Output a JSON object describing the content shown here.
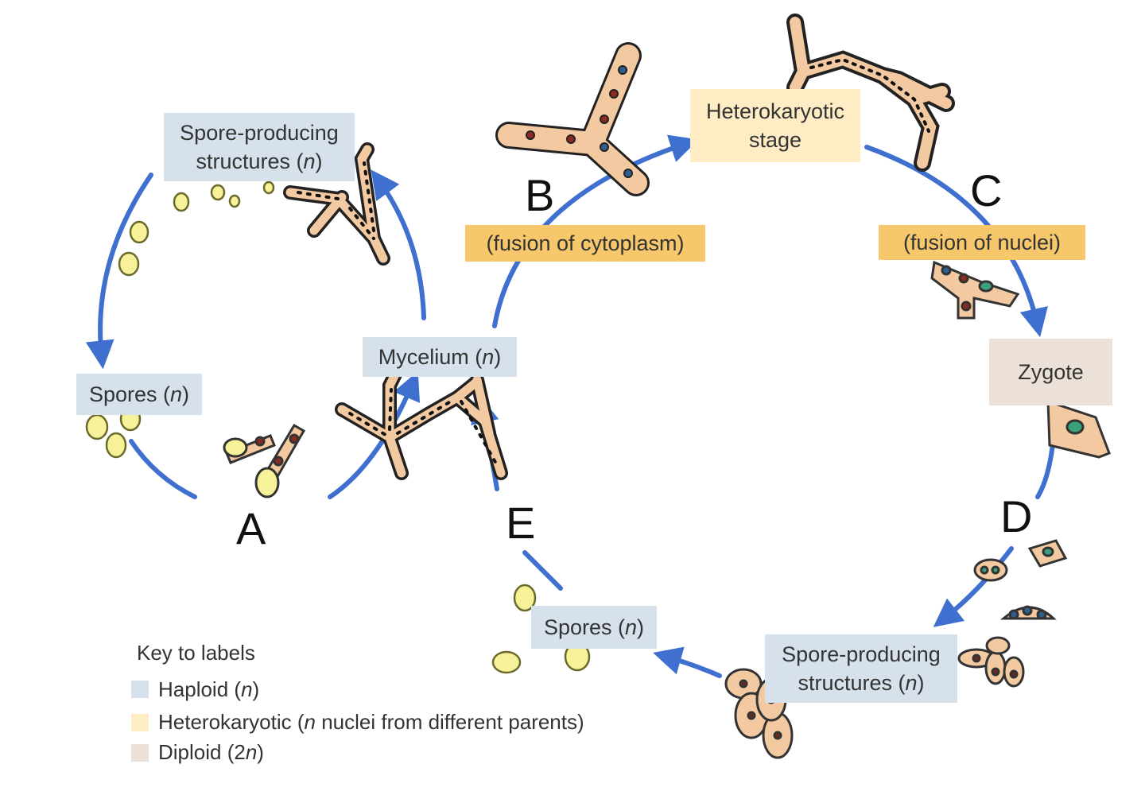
{
  "labels": {
    "spore_structures_left_line1": "Spore-producing",
    "spore_structures_left_line2": "structures (",
    "spores_left": "Spores (",
    "mycelium": "Mycelium (",
    "fusion_cytoplasm": "(fusion of cytoplasm)",
    "heterokaryotic_line1": "Heterokaryotic",
    "heterokaryotic_line2": "stage",
    "fusion_nuclei": "(fusion of nuclei)",
    "zygote": "Zygote",
    "spores_bottom": "Spores (",
    "spore_structures_right_line1": "Spore-producing",
    "spore_structures_right_line2": "structures (",
    "n": "n",
    "close_paren": ")"
  },
  "letters": {
    "a": "A",
    "b": "B",
    "c": "C",
    "d": "D",
    "e": "E"
  },
  "key": {
    "title": "Key to labels",
    "haploid_text": "Haploid (",
    "haploid_n": "n",
    "haploid_close": ")",
    "hetero_text": "Heterokaryotic (",
    "hetero_n": "n",
    "hetero_rest": " nuclei from different parents)",
    "diploid_text": "Diploid (2",
    "diploid_n": "n",
    "diploid_close": ")"
  },
  "colors": {
    "haploid": "#d6e1ec",
    "heterokaryotic": "#fdecc4",
    "heterokaryotic_label": "#f6c86b",
    "diploid": "#ece1d8",
    "arrow": "#3f6fcf",
    "spore_fill": "#f7f19a",
    "cell_fill": "#f2c9a0",
    "nucleus_haploid": "#8b2a20",
    "nucleus_diploid": "#3aa27a"
  }
}
